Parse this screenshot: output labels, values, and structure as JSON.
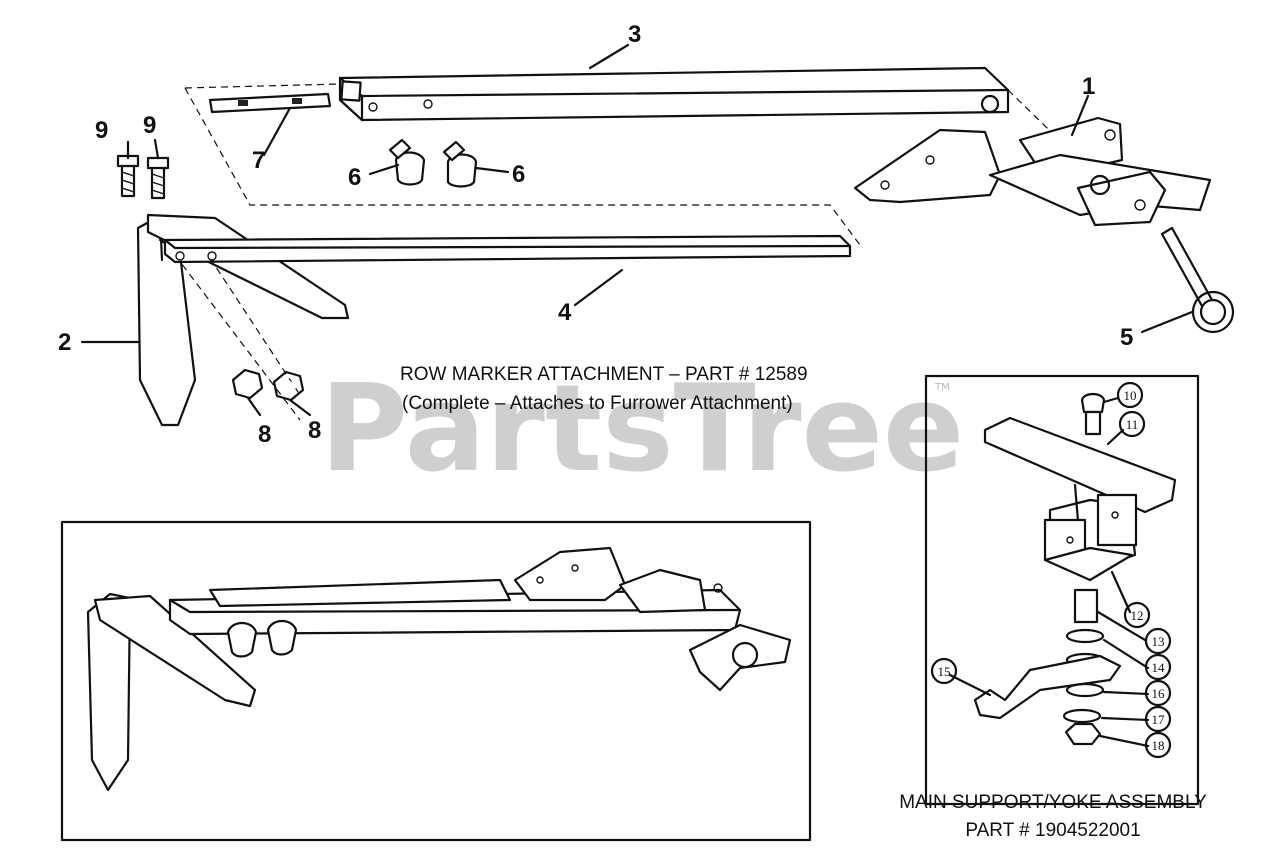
{
  "watermark": {
    "text": "PartsTree",
    "tm": "TM"
  },
  "callouts": {
    "c1": "1",
    "c2": "2",
    "c3": "3",
    "c4": "4",
    "c5": "5",
    "c6a": "6",
    "c6b": "6",
    "c7": "7",
    "c8a": "8",
    "c8b": "8",
    "c9a": "9",
    "c9b": "9"
  },
  "main_caption": {
    "line1": "ROW MARKER ATTACHMENT – PART # 12589",
    "line2": "(Complete – Attaches to Furrower Attachment)"
  },
  "inset_callouts": {
    "b10": "10",
    "b11": "11",
    "b12": "12",
    "b13": "13",
    "b14": "14",
    "b15": "15",
    "b16": "16",
    "b17": "17",
    "b18": "18"
  },
  "inset_caption": {
    "line1": "MAIN SUPPORT/YOKE ASSEMBLY",
    "line2": "PART # 1904522001"
  }
}
